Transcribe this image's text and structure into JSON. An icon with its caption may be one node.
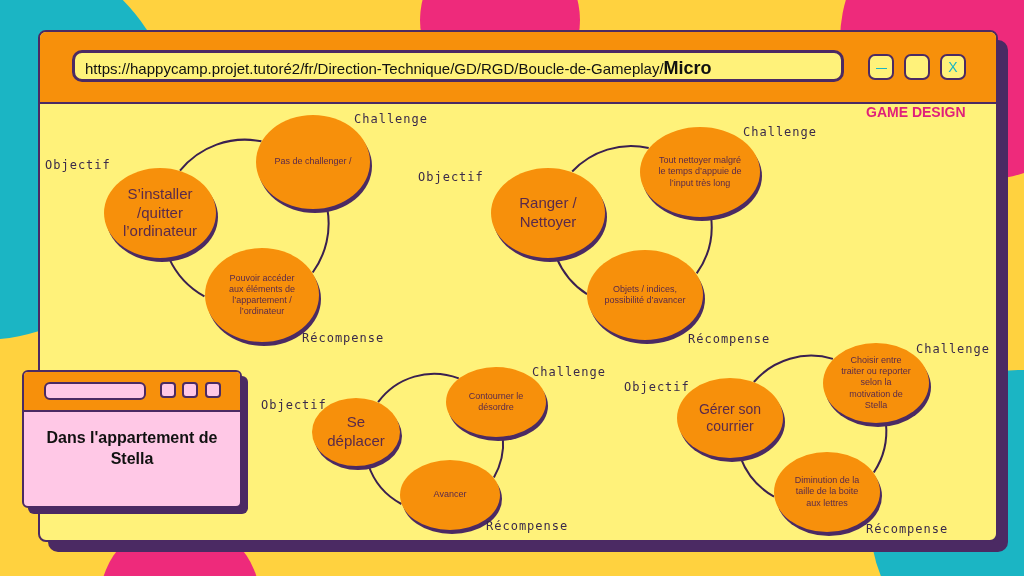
{
  "diagram": {
    "nodes": [
      {
        "text": [
          "S’installer /quitter l’ordinateur"
        ],
        "beside": [
          "Objectif"
        ]
      },
      {
        "text": [
          "Pas de challenger /"
        ],
        "beside": [
          "Challenge"
        ]
      },
      {
        "text": [
          "Pouvoir accéder aux éléments de l’appartement / l’ordinateur"
        ],
        "beside": [
          "Récompense"
        ]
      },
      {
        "text": [
          "Ranger / Nettoyer"
        ],
        "beside": [
          "Objectif"
        ]
      },
      {
        "text": [
          "Tout nettoyer malgré le temps d’appuie de l’input très long"
        ],
        "beside": [
          "Challenge"
        ]
      },
      {
        "text": [
          "Objets / indices, possibilité d’avancer"
        ],
        "beside": [
          "Récompense"
        ]
      },
      {
        "text": [
          "Se déplacer"
        ],
        "beside": [
          "Objectif"
        ]
      },
      {
        "text": [
          "Contourner le désordre"
        ],
        "beside": [
          "Challenge"
        ]
      },
      {
        "text": [
          "Avancer"
        ],
        "beside": [
          "Récompense"
        ]
      },
      {
        "text": [
          "Gérer son courrier"
        ],
        "beside": [
          "Objectif"
        ]
      },
      {
        "text": [
          "Choisir entre traiter ou reporter selon la motivation de Stella"
        ],
        "beside": [
          "Challenge"
        ]
      },
      {
        "text": [
          "Diminution de la taille de la boite aux lettres"
        ],
        "beside": [
          "Récompense"
        ]
      },
      {
        "text": [
          "Dans l'appartement de Stella"
        ]
      }
    ],
    "edges": [
      {
        "from": 0,
        "to": 1,
        "arrow": "none"
      },
      {
        "from": 1,
        "to": 2,
        "arrow": "none"
      },
      {
        "from": 2,
        "to": 0,
        "arrow": "none"
      },
      {
        "from": 3,
        "to": 4,
        "arrow": "none"
      },
      {
        "from": 4,
        "to": 5,
        "arrow": "none"
      },
      {
        "from": 5,
        "to": 3,
        "arrow": "none"
      },
      {
        "from": 6,
        "to": 7,
        "arrow": "none"
      },
      {
        "from": 7,
        "to": 8,
        "arrow": "none"
      },
      {
        "from": 8,
        "to": 6,
        "arrow": "none"
      },
      {
        "from": 9,
        "to": 10,
        "arrow": "none"
      },
      {
        "from": 10,
        "to": 11,
        "arrow": "none"
      },
      {
        "from": 11,
        "to": 9,
        "arrow": "none"
      }
    ],
    "labels": [
      "https://happycamp.projet.tutoré2/fr/Direction-Technique/GD/RGD/Boucle-de-Gameplay/**Micro**",
      "X",
      "GAME DESIGN"
    ]
  }
}
